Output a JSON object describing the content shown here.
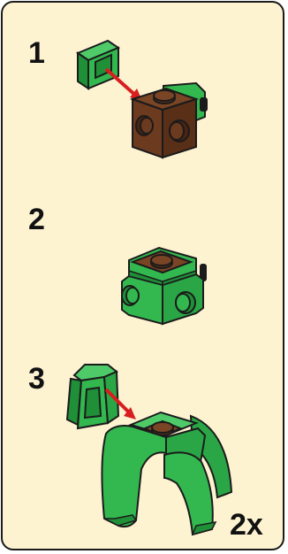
{
  "instructions": {
    "steps": [
      {
        "number": "1",
        "action": "attach-part",
        "part_icon": "green-tile-icon",
        "target_icon": "brown-brick-icon"
      },
      {
        "number": "2",
        "action": "result",
        "part_icon": "green-brown-assembly-icon"
      },
      {
        "number": "3",
        "action": "attach-part",
        "part_icon": "green-tile-icon",
        "target_icon": "green-arch-assembly-icon"
      }
    ],
    "quantity": "2x",
    "colors": {
      "panel_bg": "#fdf3d1",
      "green": "#33b84f",
      "green_dark": "#1f8f38",
      "brown": "#6b3a1f",
      "brown_dark": "#4a2412",
      "arrow": "#d81f1f",
      "outline": "#1b1b1b"
    }
  }
}
